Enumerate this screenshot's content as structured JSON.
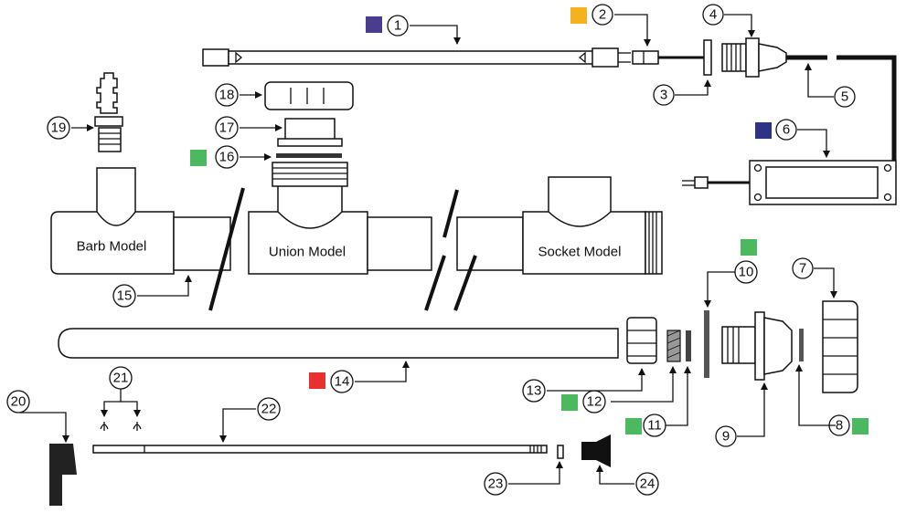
{
  "models": {
    "barb": "Barb Model",
    "union": "Union Model",
    "socket": "Socket Model"
  },
  "callouts": {
    "c1": "1",
    "c2": "2",
    "c3": "3",
    "c4": "4",
    "c5": "5",
    "c6": "6",
    "c7": "7",
    "c8": "8",
    "c9": "9",
    "c10": "10",
    "c11": "11",
    "c12": "12",
    "c13": "13",
    "c14": "14",
    "c15": "15",
    "c16": "16",
    "c17": "17",
    "c18": "18",
    "c19": "19",
    "c20": "20",
    "c21": "21",
    "c22": "22",
    "c23": "23",
    "c24": "24"
  },
  "markers": {
    "purple": "#4a3d8f",
    "orange": "#f6b21e",
    "navy": "#2e3383",
    "green": "#4cb860",
    "red": "#e8312f"
  },
  "icons": [
    "arrow-icon",
    "ring-icon",
    "thread-icon"
  ]
}
